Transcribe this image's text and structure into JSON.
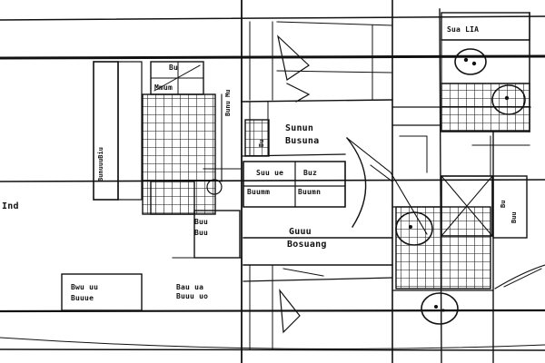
{
  "drawing": {
    "stroke_color": "#111111",
    "background_color": "#ffffff",
    "room_labels": [
      {
        "id": "label-left-edge",
        "text": "Ind",
        "icon": "scribbled-label"
      },
      {
        "id": "label-top-right-room",
        "text": "Sua LIA",
        "icon": "scribbled-label"
      },
      {
        "id": "label-stair-top",
        "text": "Bu",
        "icon": "scribbled-label"
      },
      {
        "id": "label-stair-mid",
        "text": "Mmum",
        "icon": "scribbled-label"
      },
      {
        "id": "label-center-upper-1",
        "text": "Sunun",
        "icon": "scribbled-label"
      },
      {
        "id": "label-center-upper-2",
        "text": "Busuna",
        "icon": "scribbled-label"
      },
      {
        "id": "label-center-mid-1",
        "text": "Suu ue",
        "icon": "scribbled-label"
      },
      {
        "id": "label-center-mid-2",
        "text": "Buumm",
        "icon": "scribbled-label"
      },
      {
        "id": "label-center-mid-3",
        "text": "Buz",
        "icon": "scribbled-label"
      },
      {
        "id": "label-center-mid-4",
        "text": "Buumn",
        "icon": "scribbled-label"
      },
      {
        "id": "label-center-lower-1",
        "text": "Guuu",
        "icon": "scribbled-label"
      },
      {
        "id": "label-center-lower-2",
        "text": "Bosuang",
        "icon": "scribbled-label"
      },
      {
        "id": "label-left-room-1",
        "text": "Bwu uu",
        "icon": "scribbled-label"
      },
      {
        "id": "label-left-room-2",
        "text": "Buuue",
        "icon": "scribbled-label"
      },
      {
        "id": "label-small-1",
        "text": "Bau ua",
        "icon": "scribbled-label"
      },
      {
        "id": "label-small-2",
        "text": "Buuu uo",
        "icon": "scribbled-label"
      },
      {
        "id": "label-mid-left-1",
        "text": "Buu",
        "icon": "scribbled-label"
      },
      {
        "id": "label-mid-left-2",
        "text": "Buu",
        "icon": "scribbled-label"
      }
    ],
    "vertical_labels": [
      {
        "id": "vlabel-left-column",
        "text": "BunuuuBiu",
        "icon": "scribbled-label"
      },
      {
        "id": "vlabel-center-1",
        "text": "Bunu Mu",
        "icon": "scribbled-label"
      },
      {
        "id": "vlabel-center-2",
        "text": "Bu",
        "icon": "scribbled-label"
      },
      {
        "id": "vlabel-right-1",
        "text": "Bu",
        "icon": "scribbled-label"
      },
      {
        "id": "vlabel-right-2",
        "text": "Buu",
        "icon": "scribbled-label"
      }
    ]
  }
}
